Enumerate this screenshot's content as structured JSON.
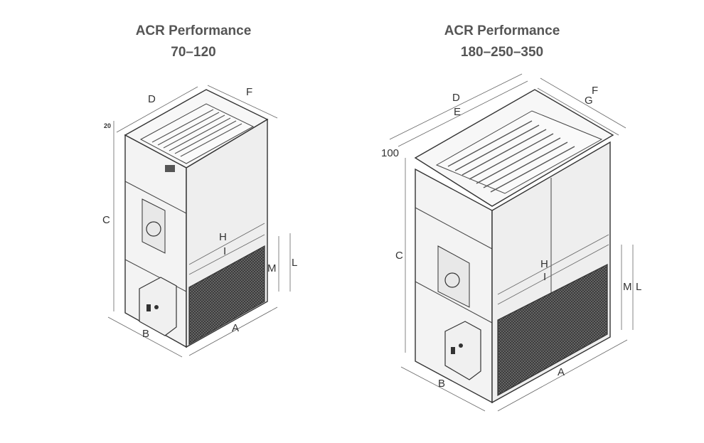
{
  "units": {
    "left": {
      "title_line1": "ACR Performance",
      "title_line2": "70–120",
      "labels": {
        "D": "D",
        "F": "F",
        "C": "C",
        "H": "H",
        "I": "I",
        "M": "M",
        "L": "L",
        "A": "A",
        "B": "B",
        "top_offset": "20"
      }
    },
    "right": {
      "title_line1": "ACR Performance",
      "title_line2": "180–250–350",
      "labels": {
        "D": "D",
        "E": "E",
        "F": "F",
        "G": "G",
        "C": "C",
        "H": "H",
        "I": "I",
        "M": "M",
        "L": "L",
        "A": "A",
        "B": "B",
        "top_offset": "100"
      }
    }
  },
  "colors": {
    "line": "#333333",
    "panel": "#f4f4f4",
    "grille": "#555555",
    "title": "#555555"
  }
}
